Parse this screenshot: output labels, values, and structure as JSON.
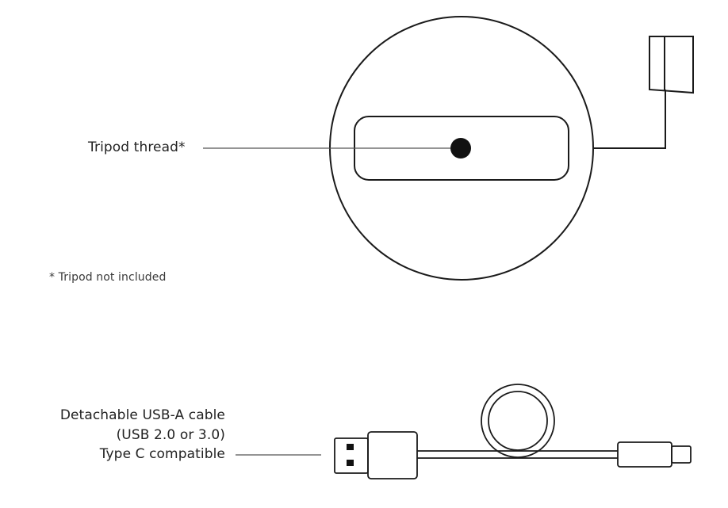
{
  "labels": {
    "tripod_thread": "Tripod thread*",
    "footnote": "* Tripod not included",
    "cable_line1": "Detachable USB-A cable",
    "cable_line2": "(USB 2.0 or 3.0)",
    "cable_line3": "Type C compatible"
  },
  "colors": {
    "stroke": "#1a1a1a",
    "leader": "#555555",
    "text": "#222222"
  }
}
